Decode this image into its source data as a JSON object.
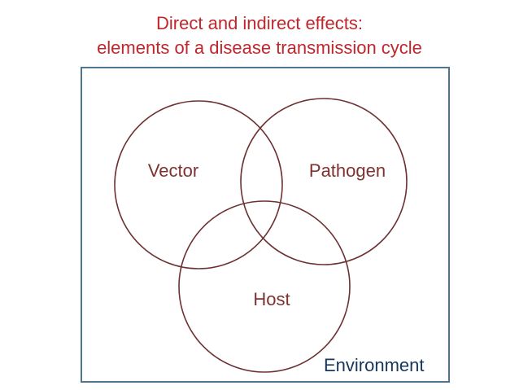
{
  "title": {
    "line1": "Direct and indirect effects:",
    "line2": "elements of a disease transmission cycle"
  },
  "venn": {
    "circles": [
      {
        "label": "Vector"
      },
      {
        "label": "Pathogen"
      },
      {
        "label": "Host"
      }
    ],
    "container_label": "Environment"
  },
  "colors": {
    "title_red": "#c0262c",
    "circle_stroke": "#6e3132",
    "circle_label_maroon": "#7d3231",
    "environment_navy": "#17375c",
    "box_border_blue": "#4e7490"
  }
}
